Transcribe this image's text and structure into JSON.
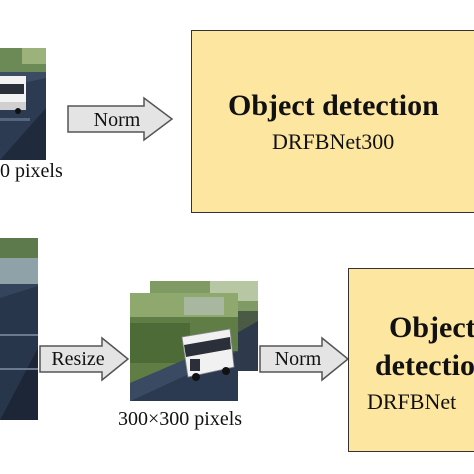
{
  "top_row": {
    "caption": "0 pixels",
    "arrow_label": "Norm",
    "box_title": "Object detection",
    "box_subtitle": "DRFBNet300"
  },
  "bottom_row": {
    "resize_label": "Resize",
    "caption": "300×300 pixels",
    "arrow_label": "Norm",
    "box_title_line1": "Object",
    "box_title_line2": "detection",
    "box_subtitle": "DRFBNet"
  },
  "colors": {
    "box_fill": "#fde6a0",
    "arrow_fill": "#e4e4e4",
    "arrow_stroke": "#555555"
  }
}
